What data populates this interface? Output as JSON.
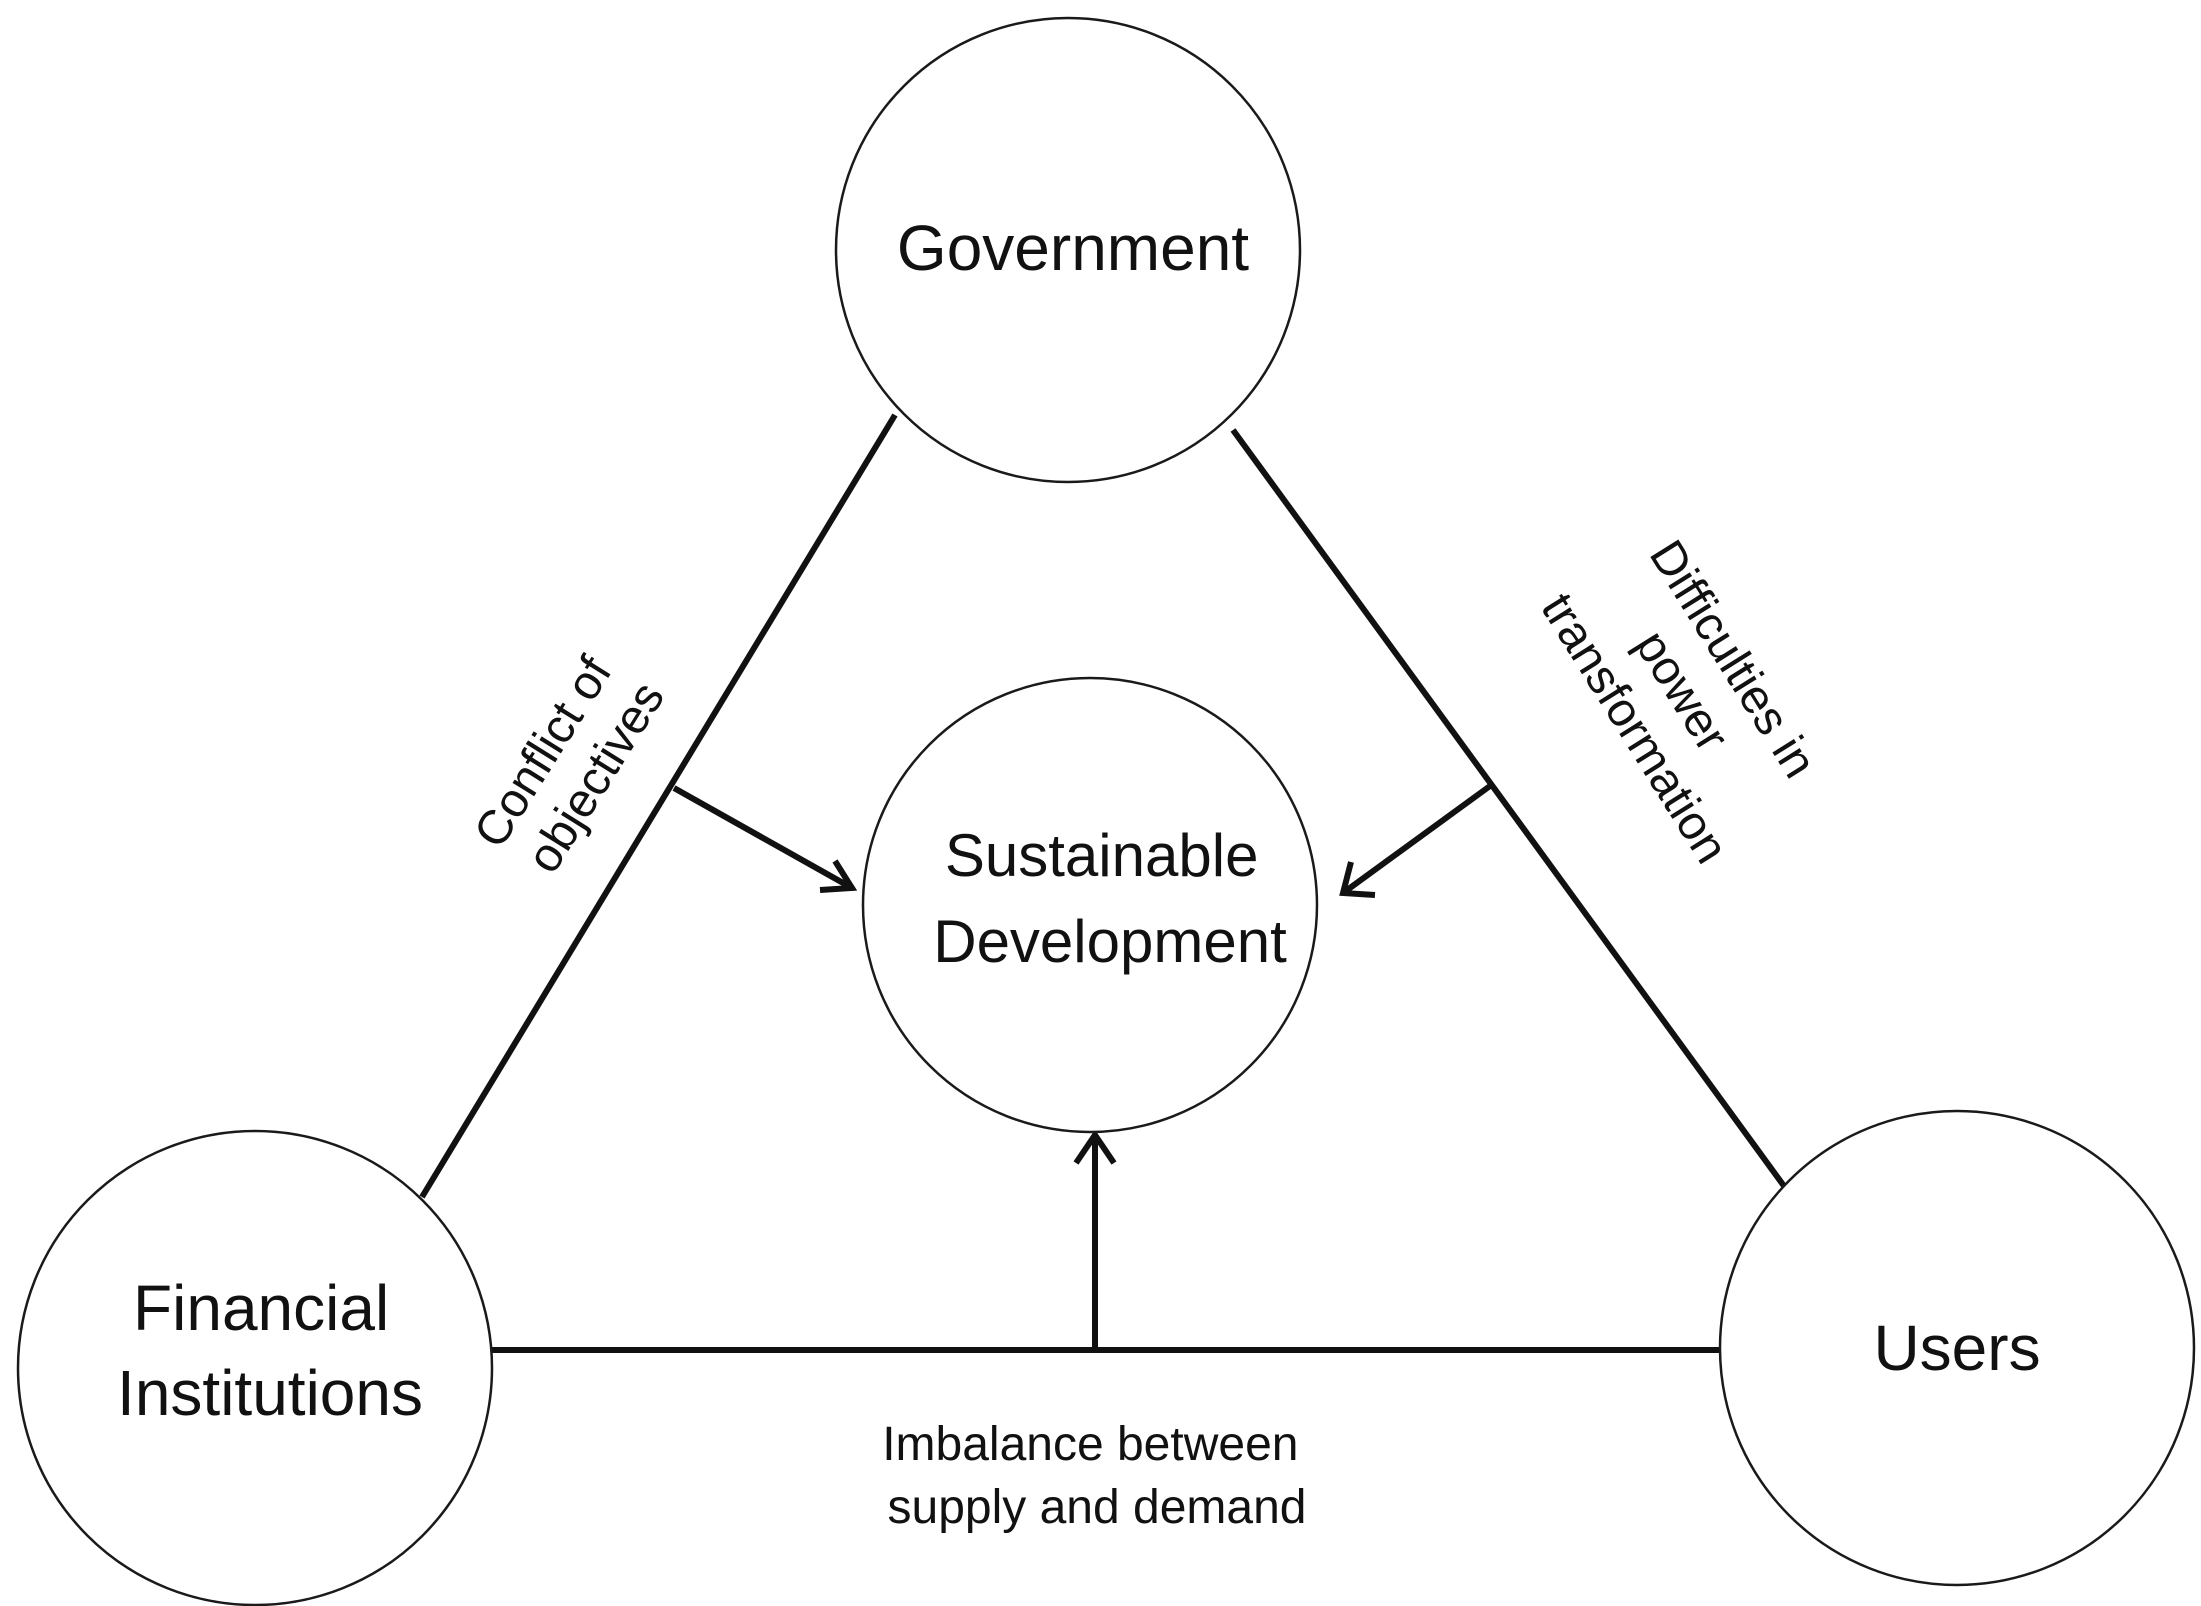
{
  "nodes": {
    "government": {
      "lines": [
        "Government"
      ]
    },
    "financial_institutions": {
      "lines": [
        "Financial",
        "Institutions"
      ]
    },
    "users": {
      "lines": [
        "Users"
      ]
    },
    "sustainable_development": {
      "lines": [
        "Sustainable",
        "Development"
      ]
    }
  },
  "edges": {
    "government_financial": {
      "label_lines": [
        "Conflict of",
        "objectives"
      ]
    },
    "government_users": {
      "label_lines": [
        "Difficulties in",
        "power",
        "transformation"
      ]
    },
    "financial_users": {
      "label_lines": [
        "Imbalance between",
        "supply and demand"
      ]
    }
  },
  "colors": {
    "line": "#111111",
    "circle_stroke": "#1a1a1a",
    "background": "#ffffff"
  }
}
